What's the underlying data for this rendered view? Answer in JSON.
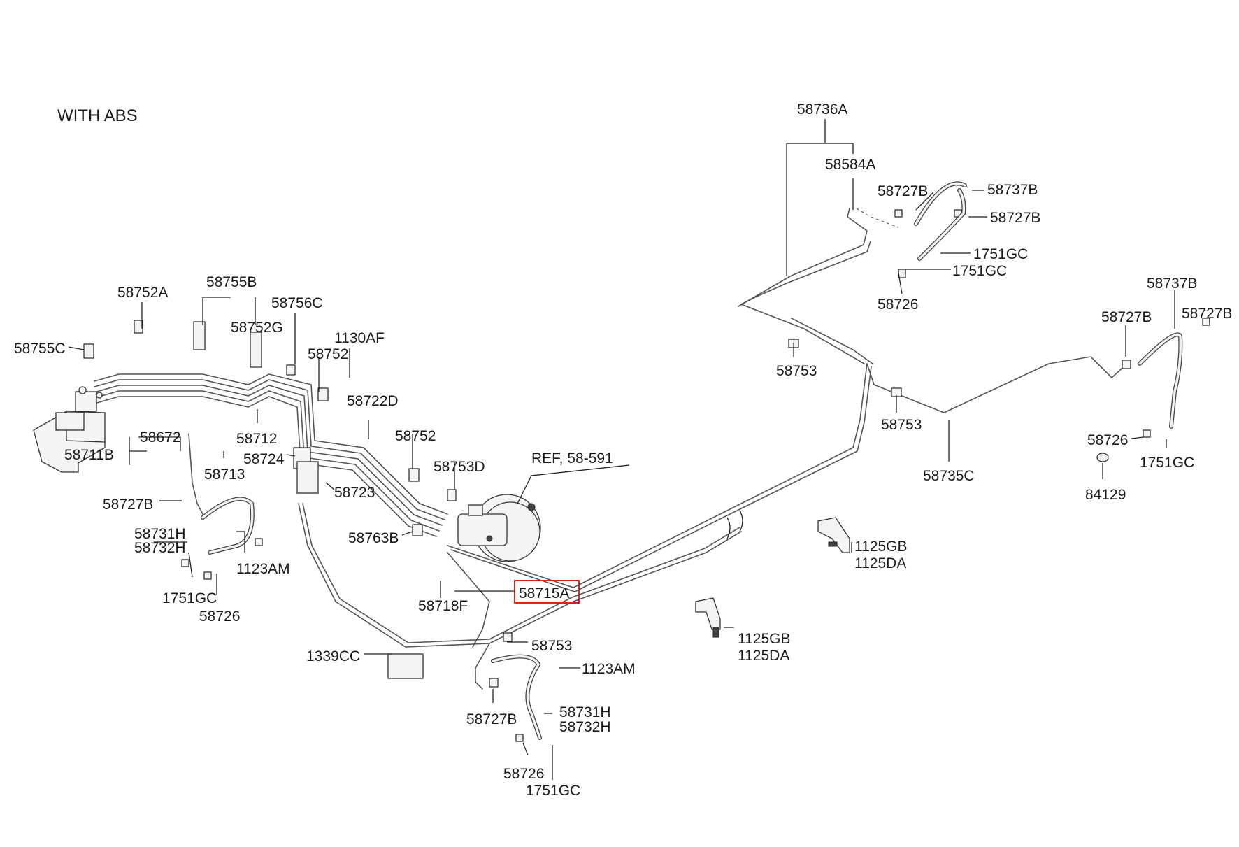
{
  "title": "WITH ABS",
  "ref_label": "REF, 58-591",
  "highlight_color": "#e02020",
  "highlighted_part": "58715A",
  "labels": {
    "l_58736A": "58736A",
    "l_58584A": "58584A",
    "l_58727B_a": "58727B",
    "l_58737B_a": "58737B",
    "l_58727B_b": "58727B",
    "l_1751GC_a": "1751GC",
    "l_1751GC_b": "1751GC",
    "l_58726_a": "58726",
    "l_58737B_b": "58737B",
    "l_58727B_c": "58727B",
    "l_58727B_d": "58727B",
    "l_58753_a": "58753",
    "l_58753_b": "58753",
    "l_58735C": "58735C",
    "l_58726_b": "58726",
    "l_1751GC_c": "1751GC",
    "l_84129": "84129",
    "l_1125GB_a": "1125GB",
    "l_1125DA_a": "1125DA",
    "l_1125GB_b": "1125GB",
    "l_1125DA_b": "1125DA",
    "l_58752A": "58752A",
    "l_58755B": "58755B",
    "l_58756C": "58756C",
    "l_58752G": "58752G",
    "l_1130AF": "1130AF",
    "l_58755C": "58755C",
    "l_58752_a": "58752",
    "l_58722D": "58722D",
    "l_58672": "58672",
    "l_58712": "58712",
    "l_58711B": "58711B",
    "l_58724": "58724",
    "l_58713": "58713",
    "l_58752_b": "58752",
    "l_58753D": "58753D",
    "l_58723": "58723",
    "l_58727B_e": "58727B",
    "l_58763B": "58763B",
    "l_58731H_a": "58731H",
    "l_58732H_a": "58732H",
    "l_1123AM_a": "1123AM",
    "l_1751GC_d": "1751GC",
    "l_58726_c": "58726",
    "l_58718F": "58718F",
    "l_58715A": "58715A",
    "l_58753_c": "58753",
    "l_1339CC": "1339CC",
    "l_1123AM_b": "1123AM",
    "l_58727B_f": "58727B",
    "l_58731H_b": "58731H",
    "l_58732H_b": "58732H",
    "l_58726_d": "58726",
    "l_1751GC_e": "1751GC"
  }
}
